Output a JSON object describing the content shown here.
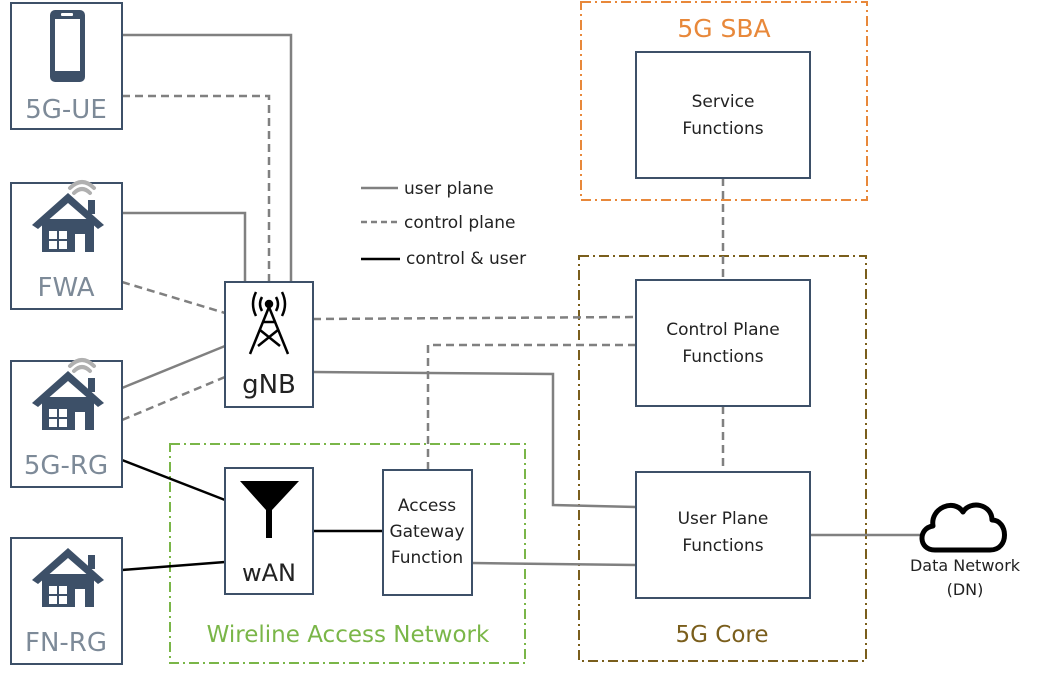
{
  "nodes": {
    "ue": "5G-UE",
    "fwa": "FWA",
    "rg": "5G-RG",
    "fnrg": "FN-RG",
    "gnb": "gNB",
    "wan": "wAN",
    "agf": [
      "Access",
      "Gateway",
      "Function"
    ],
    "sf": [
      "Service",
      "Functions"
    ],
    "cpf": [
      "Control Plane",
      "Functions"
    ],
    "upf": [
      "User Plane",
      "Functions"
    ],
    "dn": [
      "Data Network",
      "(DN)"
    ]
  },
  "groups": {
    "sba": "5G SBA",
    "core": "5G Core",
    "wireline": "Wireline Access Network"
  },
  "legend": {
    "user_plane": "user plane",
    "control_plane": "control plane",
    "control_user": "control & user"
  },
  "colors": {
    "box": "#3d5068",
    "user_plane_line": "#808080",
    "control_line": "#000000",
    "sba": "#e8883a",
    "core": "#7a5e1c",
    "wireline": "#7ab648",
    "label_gray": "#7d8a98"
  },
  "icons": {
    "ue": "phone-icon",
    "fwa": "house-wifi-icon",
    "rg": "house-wifi-icon",
    "fnrg": "house-icon",
    "gnb": "antenna-tower-icon",
    "wan": "funnel-antenna-icon",
    "dn": "cloud-icon"
  }
}
